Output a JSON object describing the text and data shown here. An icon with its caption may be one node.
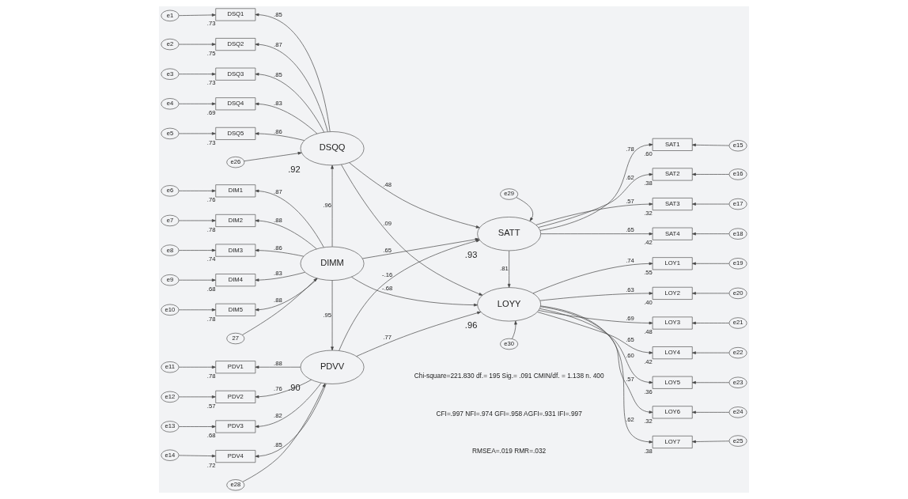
{
  "diagram": {
    "nodes": [
      {
        "text": [
          "DSQQ"
        ],
        "beside": [
          ".92"
        ]
      },
      {
        "text": [
          "DIMM"
        ]
      },
      {
        "text": [
          "PDVV"
        ],
        "beside": [
          ".90"
        ]
      },
      {
        "text": [
          "SATT"
        ],
        "beside": [
          ".93"
        ]
      },
      {
        "text": [
          "LOYY"
        ],
        "beside": [
          ".96"
        ]
      },
      {
        "text": [
          "DSQ1"
        ],
        "beside": [
          ".73"
        ]
      },
      {
        "text": [
          "DSQ2"
        ],
        "beside": [
          ".75"
        ]
      },
      {
        "text": [
          "DSQ3"
        ],
        "beside": [
          ".73"
        ]
      },
      {
        "text": [
          "DSQ4"
        ],
        "beside": [
          ".69"
        ]
      },
      {
        "text": [
          "DSQ5"
        ],
        "beside": [
          ".73"
        ]
      },
      {
        "text": [
          "DIM1"
        ],
        "beside": [
          ".76"
        ]
      },
      {
        "text": [
          "DIM2"
        ],
        "beside": [
          ".78"
        ]
      },
      {
        "text": [
          "DIM3"
        ],
        "beside": [
          ".74"
        ]
      },
      {
        "text": [
          "DIM4"
        ],
        "beside": [
          ".68"
        ]
      },
      {
        "text": [
          "DIM5"
        ],
        "beside": [
          ".78"
        ]
      },
      {
        "text": [
          "PDV1"
        ],
        "beside": [
          ".78"
        ]
      },
      {
        "text": [
          "PDV2"
        ],
        "beside": [
          ".57"
        ]
      },
      {
        "text": [
          "PDV3"
        ],
        "beside": [
          ".68"
        ]
      },
      {
        "text": [
          "PDV4"
        ],
        "beside": [
          ".72"
        ]
      },
      {
        "text": [
          "SAT1"
        ],
        "beside": [
          ".60"
        ]
      },
      {
        "text": [
          "SAT2"
        ],
        "beside": [
          ".38"
        ]
      },
      {
        "text": [
          "SAT3"
        ],
        "beside": [
          ".32"
        ]
      },
      {
        "text": [
          "SAT4"
        ],
        "beside": [
          ".42"
        ]
      },
      {
        "text": [
          "LOY1"
        ],
        "beside": [
          ".55"
        ]
      },
      {
        "text": [
          "LOY2"
        ],
        "beside": [
          ".40"
        ]
      },
      {
        "text": [
          "LOY3"
        ],
        "beside": [
          ".48"
        ]
      },
      {
        "text": [
          "LOY4"
        ],
        "beside": [
          ".42"
        ]
      },
      {
        "text": [
          "LOY5"
        ],
        "beside": [
          ".36"
        ]
      },
      {
        "text": [
          "LOY6"
        ],
        "beside": [
          ".32"
        ]
      },
      {
        "text": [
          "LOY7"
        ],
        "beside": [
          ".38"
        ]
      },
      {
        "text": [
          "e1"
        ]
      },
      {
        "text": [
          "e2"
        ]
      },
      {
        "text": [
          "e3"
        ]
      },
      {
        "text": [
          "e4"
        ]
      },
      {
        "text": [
          "e5"
        ]
      },
      {
        "text": [
          "e6"
        ]
      },
      {
        "text": [
          "e7"
        ]
      },
      {
        "text": [
          "e8"
        ]
      },
      {
        "text": [
          "e9"
        ]
      },
      {
        "text": [
          "e10"
        ]
      },
      {
        "text": [
          "e11"
        ]
      },
      {
        "text": [
          "e12"
        ]
      },
      {
        "text": [
          "e13"
        ]
      },
      {
        "text": [
          "e14"
        ]
      },
      {
        "text": [
          "e15"
        ]
      },
      {
        "text": [
          "e16"
        ]
      },
      {
        "text": [
          "e17"
        ]
      },
      {
        "text": [
          "e18"
        ]
      },
      {
        "text": [
          "e19"
        ]
      },
      {
        "text": [
          "e20"
        ]
      },
      {
        "text": [
          "e21"
        ]
      },
      {
        "text": [
          "e22"
        ]
      },
      {
        "text": [
          "e23"
        ]
      },
      {
        "text": [
          "e24"
        ]
      },
      {
        "text": [
          "e25"
        ]
      },
      {
        "text": [
          "e26"
        ]
      },
      {
        "text": [
          "27"
        ]
      },
      {
        "text": [
          "e28"
        ]
      },
      {
        "text": [
          "e29"
        ]
      },
      {
        "text": [
          "e30"
        ]
      }
    ],
    "edges": [
      {
        "from": 30,
        "to": 5,
        "arrow": "to"
      },
      {
        "from": 31,
        "to": 6,
        "arrow": "to"
      },
      {
        "from": 32,
        "to": 7,
        "arrow": "to"
      },
      {
        "from": 33,
        "to": 8,
        "arrow": "to"
      },
      {
        "from": 34,
        "to": 9,
        "arrow": "to"
      },
      {
        "from": 35,
        "to": 10,
        "arrow": "to"
      },
      {
        "from": 36,
        "to": 11,
        "arrow": "to"
      },
      {
        "from": 37,
        "to": 12,
        "arrow": "to"
      },
      {
        "from": 38,
        "to": 13,
        "arrow": "to"
      },
      {
        "from": 39,
        "to": 14,
        "arrow": "to"
      },
      {
        "from": 40,
        "to": 15,
        "arrow": "to"
      },
      {
        "from": 41,
        "to": 16,
        "arrow": "to"
      },
      {
        "from": 42,
        "to": 17,
        "arrow": "to"
      },
      {
        "from": 43,
        "to": 18,
        "arrow": "to"
      },
      {
        "from": 44,
        "to": 19,
        "arrow": "to"
      },
      {
        "from": 45,
        "to": 20,
        "arrow": "to"
      },
      {
        "from": 46,
        "to": 21,
        "arrow": "to"
      },
      {
        "from": 47,
        "to": 22,
        "arrow": "to"
      },
      {
        "from": 48,
        "to": 23,
        "arrow": "to"
      },
      {
        "from": 49,
        "to": 24,
        "arrow": "to"
      },
      {
        "from": 50,
        "to": 25,
        "arrow": "to"
      },
      {
        "from": 51,
        "to": 26,
        "arrow": "to"
      },
      {
        "from": 52,
        "to": 27,
        "arrow": "to"
      },
      {
        "from": 53,
        "to": 28,
        "arrow": "to"
      },
      {
        "from": 54,
        "to": 29,
        "arrow": "to"
      },
      {
        "from": 0,
        "to": 5,
        "arrow": "to",
        "label": ".85"
      },
      {
        "from": 0,
        "to": 6,
        "arrow": "to",
        "label": ".87"
      },
      {
        "from": 0,
        "to": 7,
        "arrow": "to",
        "label": ".85"
      },
      {
        "from": 0,
        "to": 8,
        "arrow": "to",
        "label": ".83"
      },
      {
        "from": 0,
        "to": 9,
        "arrow": "to",
        "label": ".86"
      },
      {
        "from": 1,
        "to": 10,
        "arrow": "to",
        "label": ".87"
      },
      {
        "from": 1,
        "to": 11,
        "arrow": "to",
        "label": ".88"
      },
      {
        "from": 1,
        "to": 12,
        "arrow": "to",
        "label": ".86"
      },
      {
        "from": 1,
        "to": 13,
        "arrow": "to",
        "label": ".83"
      },
      {
        "from": 1,
        "to": 14,
        "arrow": "to",
        "label": ".88"
      },
      {
        "from": 2,
        "to": 15,
        "arrow": "to",
        "label": ".88"
      },
      {
        "from": 2,
        "to": 16,
        "arrow": "to",
        "label": ".76"
      },
      {
        "from": 2,
        "to": 17,
        "arrow": "to",
        "label": ".82"
      },
      {
        "from": 2,
        "to": 18,
        "arrow": "to",
        "label": ".85"
      },
      {
        "from": 3,
        "to": 19,
        "arrow": "to",
        "label": ".78"
      },
      {
        "from": 3,
        "to": 20,
        "arrow": "to",
        "label": ".62"
      },
      {
        "from": 3,
        "to": 21,
        "arrow": "to",
        "label": ".57"
      },
      {
        "from": 3,
        "to": 22,
        "arrow": "to",
        "label": ".65"
      },
      {
        "from": 4,
        "to": 23,
        "arrow": "to",
        "label": ".74"
      },
      {
        "from": 4,
        "to": 24,
        "arrow": "to",
        "label": ".63"
      },
      {
        "from": 4,
        "to": 25,
        "arrow": "to",
        "label": ".69"
      },
      {
        "from": 4,
        "to": 26,
        "arrow": "to",
        "label": ".65"
      },
      {
        "from": 4,
        "to": 27,
        "arrow": "to",
        "label": ".60"
      },
      {
        "from": 4,
        "to": 28,
        "arrow": "to",
        "label": ".57"
      },
      {
        "from": 4,
        "to": 29,
        "arrow": "to",
        "label": ".62"
      },
      {
        "from": 1,
        "to": 0,
        "arrow": "to",
        "label": ".96"
      },
      {
        "from": 1,
        "to": 2,
        "arrow": "to",
        "label": ".95"
      },
      {
        "from": 0,
        "to": 3,
        "arrow": "to",
        "label": ".48"
      },
      {
        "from": 1,
        "to": 3,
        "arrow": "to",
        "label": ".65"
      },
      {
        "from": 2,
        "to": 3,
        "arrow": "to",
        "label": "-.16"
      },
      {
        "from": 0,
        "to": 4,
        "arrow": "to",
        "label": ".09"
      },
      {
        "from": 1,
        "to": 4,
        "arrow": "to",
        "label": "-.68"
      },
      {
        "from": 2,
        "to": 4,
        "arrow": "to",
        "label": ".77"
      },
      {
        "from": 3,
        "to": 4,
        "arrow": "to",
        "label": ".81"
      },
      {
        "from": 55,
        "to": 0,
        "arrow": "to"
      },
      {
        "from": 56,
        "to": 1,
        "arrow": "to"
      },
      {
        "from": 57,
        "to": 2,
        "arrow": "to"
      },
      {
        "from": 58,
        "to": 3,
        "arrow": "to"
      },
      {
        "from": 59,
        "to": 4,
        "arrow": "to"
      }
    ],
    "labels": [
      "Chi-square=221.830 df.= 195 Sig.= .091 CMIN/df. = 1.138 n. 400",
      "CFI=.997 NFI=.974 GFI=.958 AGFI=.931 IFI=.997",
      "RMSEA=.019 RMR=.032"
    ]
  }
}
